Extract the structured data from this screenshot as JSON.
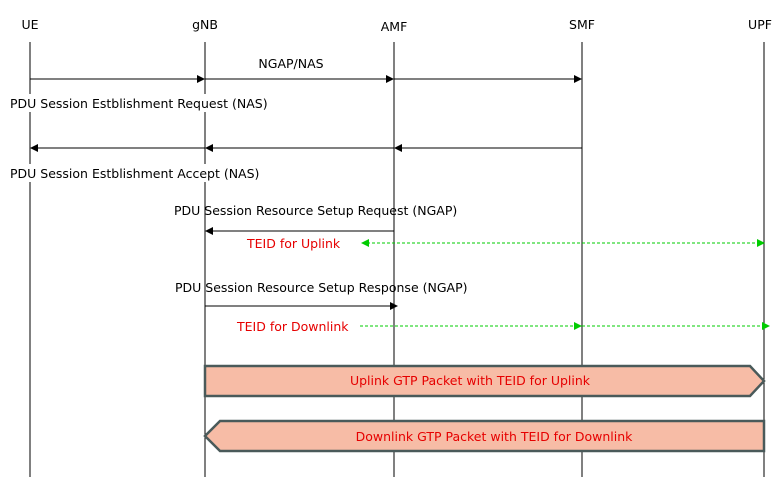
{
  "participants": [
    "UE",
    "gNB",
    "AMF",
    "SMF",
    "UPF"
  ],
  "messages": {
    "ngap_nas": "NGAP/NAS",
    "pdu_request_nas": "PDU Session Estblishment Request (NAS)",
    "pdu_accept_nas": "PDU Session Estblishment Accept (NAS)",
    "resource_setup_request": "PDU Session Resource Setup Request (NGAP)",
    "teid_uplink": "TEID for Uplink",
    "resource_setup_response": "PDU Session Resource Setup Response (NGAP)",
    "teid_downlink": "TEID for Downlink",
    "uplink_gtp": "Uplink GTP Packet with TEID for Uplink",
    "downlink_gtp": "Downlink GTP Packet with TEID for Downlink"
  },
  "colors": {
    "lifeline": "#000000",
    "teid_text": "#e60000",
    "dashed_arrow": "#00cc00",
    "packet_fill": "#f7bca6",
    "packet_stroke": "#4a5a5a"
  }
}
